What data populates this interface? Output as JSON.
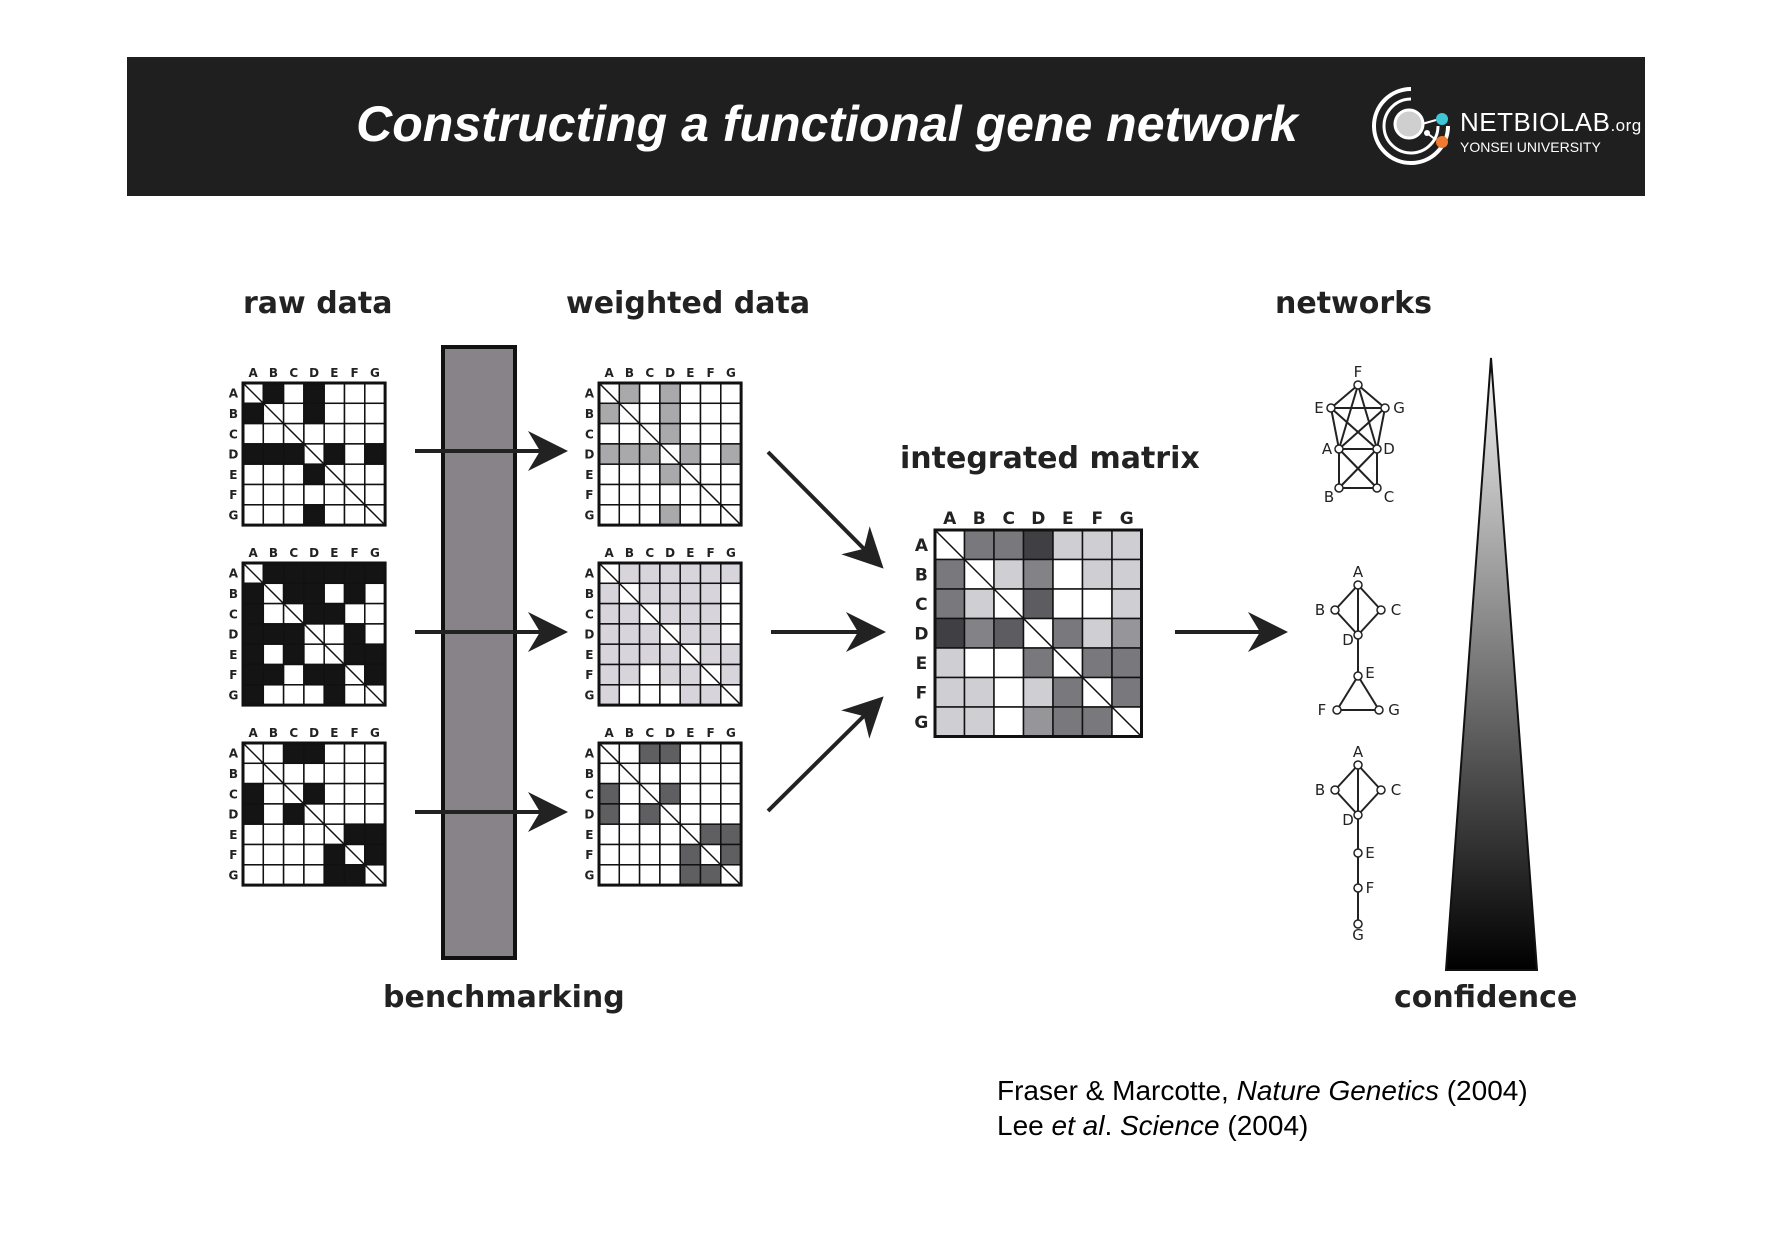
{
  "header": {
    "title": "Constructing a functional gene network",
    "logo_name": "NETBIOLAB",
    "logo_org": ".org",
    "logo_sub": "YONSEI UNIVERSITY"
  },
  "labels": {
    "raw_data": "raw data",
    "weighted_data": "weighted data",
    "integrated_matrix": "integrated matrix",
    "networks": "networks",
    "benchmarking": "benchmarking",
    "confidence": "confidence"
  },
  "genes": [
    "A",
    "B",
    "C",
    "D",
    "E",
    "F",
    "G"
  ],
  "raw_matrices": [
    [
      [
        0,
        1,
        0,
        1,
        0,
        0,
        0
      ],
      [
        1,
        0,
        0,
        1,
        0,
        0,
        0
      ],
      [
        0,
        0,
        0,
        0,
        0,
        0,
        0
      ],
      [
        1,
        1,
        1,
        0,
        1,
        0,
        1
      ],
      [
        0,
        0,
        0,
        1,
        0,
        0,
        0
      ],
      [
        0,
        0,
        0,
        0,
        0,
        0,
        0
      ],
      [
        0,
        0,
        0,
        1,
        0,
        0,
        0
      ]
    ],
    [
      [
        1,
        1,
        1,
        1,
        1,
        1,
        1
      ],
      [
        1,
        0,
        1,
        1,
        0,
        1,
        0
      ],
      [
        1,
        0,
        0,
        1,
        1,
        0,
        0
      ],
      [
        1,
        1,
        1,
        0,
        0,
        1,
        0
      ],
      [
        1,
        0,
        1,
        0,
        0,
        1,
        1
      ],
      [
        1,
        1,
        0,
        1,
        1,
        0,
        1
      ],
      [
        1,
        0,
        0,
        0,
        1,
        0,
        0
      ]
    ],
    [
      [
        0,
        0,
        1,
        1,
        0,
        0,
        0
      ],
      [
        0,
        0,
        0,
        0,
        0,
        0,
        0
      ],
      [
        1,
        0,
        0,
        1,
        0,
        0,
        0
      ],
      [
        1,
        0,
        1,
        0,
        0,
        0,
        0
      ],
      [
        0,
        0,
        0,
        0,
        0,
        1,
        1
      ],
      [
        0,
        0,
        0,
        0,
        1,
        0,
        1
      ],
      [
        0,
        0,
        0,
        0,
        1,
        1,
        0
      ]
    ]
  ],
  "weighted_colors": [
    "#a9a9ab",
    "#d8d4dc",
    "#5f5f61"
  ],
  "integrated_shades": [
    [
      0,
      0.6,
      0.6,
      0.9,
      0.15,
      0.15,
      0.15
    ],
    [
      0.6,
      0,
      0.15,
      0.55,
      0,
      0.15,
      0.15
    ],
    [
      0.6,
      0.15,
      0,
      0.75,
      0,
      0,
      0.15
    ],
    [
      0.9,
      0.55,
      0.75,
      0,
      0.6,
      0.15,
      0.45
    ],
    [
      0.15,
      0,
      0,
      0.6,
      0,
      0.6,
      0.6
    ],
    [
      0.15,
      0.15,
      0,
      0.15,
      0.6,
      0,
      0.6
    ],
    [
      0.15,
      0.15,
      0,
      0.45,
      0.6,
      0.6,
      0
    ]
  ],
  "network_nodes": {
    "net1": [
      "F",
      "E",
      "G",
      "A",
      "D",
      "B",
      "C"
    ],
    "net2": [
      "A",
      "B",
      "C",
      "D",
      "E",
      "F",
      "G"
    ],
    "net3": [
      "A",
      "B",
      "C",
      "D",
      "E",
      "F",
      "G"
    ]
  },
  "references": {
    "ref1_pre": "Fraser & Marcotte, ",
    "ref1_journal": "Nature Genetics",
    "ref1_year": " (2004)",
    "ref2_pre": "Lee ",
    "ref2_etal": "et al",
    "ref2_dot": ". ",
    "ref2_journal": "Science",
    "ref2_year": " (2004)"
  }
}
